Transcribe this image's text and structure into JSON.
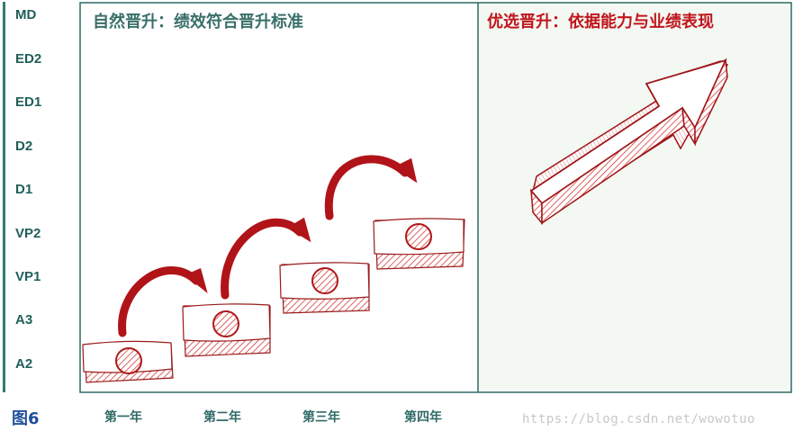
{
  "levels": [
    "MD",
    "ED2",
    "ED1",
    "D2",
    "D1",
    "VP2",
    "VP1",
    "A3",
    "A2"
  ],
  "left_panel": {
    "title": "自然晋升：绩效符合晋升标准"
  },
  "right_panel": {
    "title": "优选晋升：依据能力与业绩表现"
  },
  "years": [
    "第一年",
    "第二年",
    "第三年",
    "第四年"
  ],
  "figure_label": "图6",
  "watermark": "https://blog.csdn.net/wowotuo",
  "colors": {
    "accent_red": "#c0151c",
    "teal": "#2e7d73",
    "panel_right_bg": "#f4f8f3"
  }
}
